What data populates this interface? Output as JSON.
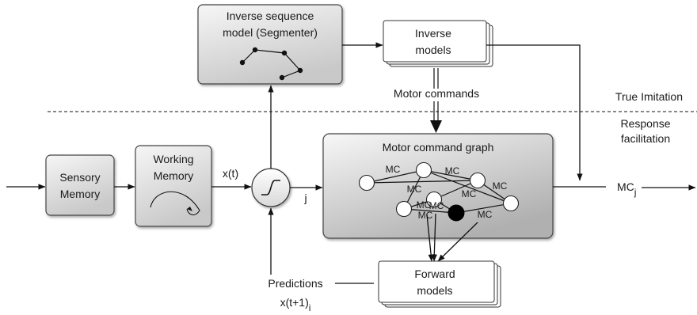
{
  "blocks": {
    "inverse_sequence_model": {
      "line1": "Inverse sequence",
      "line2": "model (Segmenter)"
    },
    "inverse_models": {
      "line1": "Inverse",
      "line2": "models"
    },
    "sensory_memory": {
      "line1": "Sensory",
      "line2": "Memory"
    },
    "working_memory": {
      "line1": "Working",
      "line2": "Memory"
    },
    "motor_command_graph": {
      "title": "Motor command graph"
    },
    "forward_models": {
      "line1": "Forward",
      "line2": "models"
    }
  },
  "labels": {
    "motor_commands": "Motor commands",
    "true_imitation": "True Imitation",
    "response_facilitation_line1": "Response",
    "response_facilitation_line2": "facilitation",
    "x_t": "x(t)",
    "j": "j",
    "mc_out": "MC",
    "mc_out_sub": "j",
    "predictions": "Predictions",
    "x_t1": "x(t+1)",
    "x_t1_sub": "i"
  },
  "graph_edge_labels": [
    "MC",
    "MC",
    "MC",
    "MC",
    "MC",
    "MC",
    "MC",
    "MC",
    "MC"
  ],
  "colors": {
    "box_light": "#f4f4f4",
    "box_dark": "#cdcdcd",
    "graph_light": "#f6f6f6",
    "graph_dark": "#b8b8b8",
    "active_node": "#000000"
  }
}
